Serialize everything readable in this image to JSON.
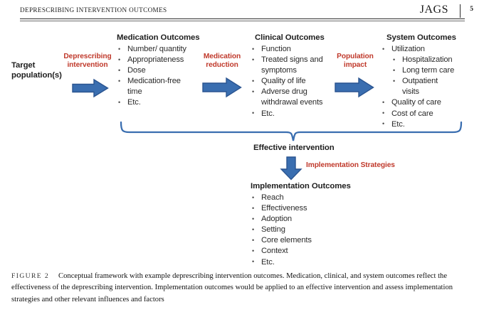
{
  "header": {
    "running_title": "DEPRESCRIBING INTERVENTION OUTCOMES",
    "journal": "JAGS",
    "page_number": "5"
  },
  "colors": {
    "arrow_fill": "#3a6eb0",
    "arrow_stroke": "#2a5490",
    "red_label": "#c0392b",
    "brace": "#3a6eb0",
    "text": "#202020"
  },
  "figure": {
    "start_node": {
      "line1": "Target",
      "line2": "population(s)"
    },
    "transitions": [
      {
        "name": "deprescribing-intervention",
        "line1": "Deprescribing",
        "line2": "intervention"
      },
      {
        "name": "medication-reduction",
        "line1": "Medication",
        "line2": "reduction"
      },
      {
        "name": "population-impact",
        "line1": "Population",
        "line2": "impact"
      }
    ],
    "columns": [
      {
        "title": "Medication Outcomes",
        "items": [
          {
            "text": "Number/ quantity",
            "level": 1
          },
          {
            "text": "Appropriateness",
            "level": 1
          },
          {
            "text": "Dose",
            "level": 1
          },
          {
            "text": "Medication-free",
            "level": 1
          },
          {
            "text": "time",
            "level": 1,
            "continuation": true
          },
          {
            "text": "Etc.",
            "level": 1
          }
        ]
      },
      {
        "title": "Clinical Outcomes",
        "items": [
          {
            "text": "Function",
            "level": 1
          },
          {
            "text": "Treated signs and",
            "level": 1
          },
          {
            "text": "symptoms",
            "level": 1,
            "continuation": true
          },
          {
            "text": "Quality of life",
            "level": 1
          },
          {
            "text": "Adverse drug",
            "level": 1
          },
          {
            "text": "withdrawal events",
            "level": 1,
            "continuation": true
          },
          {
            "text": "Etc.",
            "level": 1
          }
        ]
      },
      {
        "title": "System Outcomes",
        "items": [
          {
            "text": "Utilization",
            "level": 1
          },
          {
            "text": "Hospitalization",
            "level": 2
          },
          {
            "text": "Long term care",
            "level": 2
          },
          {
            "text": "Outpatient",
            "level": 2
          },
          {
            "text": "visits",
            "level": 2,
            "continuation": true
          },
          {
            "text": "Quality of care",
            "level": 1
          },
          {
            "text": "Cost of care",
            "level": 1
          },
          {
            "text": "Etc.",
            "level": 1
          }
        ]
      }
    ],
    "effective_intervention": "Effective intervention",
    "implementation_strategies": "Implementation Strategies",
    "implementation": {
      "title": "Implementation Outcomes",
      "items": [
        {
          "text": "Reach",
          "level": 1
        },
        {
          "text": "Effectiveness",
          "level": 1
        },
        {
          "text": "Adoption",
          "level": 1
        },
        {
          "text": "Setting",
          "level": 1
        },
        {
          "text": "Core elements",
          "level": 1
        },
        {
          "text": "Context",
          "level": 1
        },
        {
          "text": "Etc.",
          "level": 1
        }
      ]
    }
  },
  "caption": {
    "label": "FIGURE 2",
    "text": "Conceptual framework with example deprescribing intervention outcomes. Medication, clinical, and system outcomes reflect the effectiveness of the deprescribing intervention. Implementation outcomes would be applied to an effective intervention and assess implementation strategies and other relevant influences and factors"
  }
}
